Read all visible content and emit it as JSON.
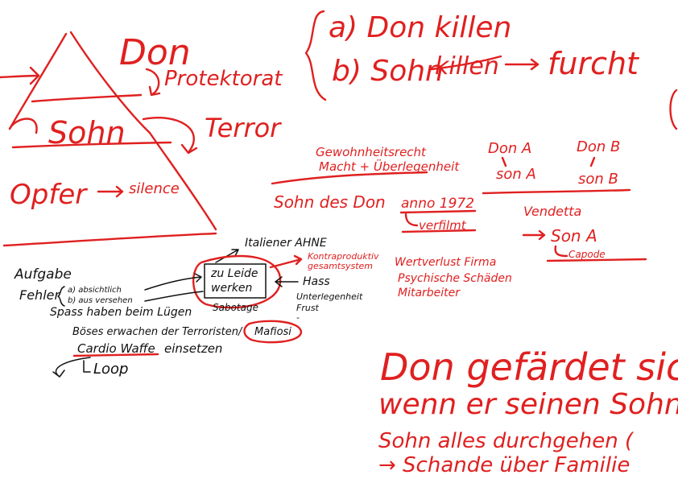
{
  "colors": {
    "red": "#e02020",
    "black": "#111111",
    "background": "#ffffff"
  },
  "hierarchy": {
    "don": "Don",
    "sohn": "Sohn",
    "opfer": "Opfer",
    "silence": "silence",
    "protektorat": "Protektorat",
    "terror": "Terror"
  },
  "options": {
    "a": "a) Don killen",
    "b_prefix": "b) Sohn",
    "b_struck": "killen",
    "b_result": "furcht"
  },
  "concept": {
    "gewohnheitsrecht": "Gewohnheitsrecht",
    "macht": "Macht + Überlegenheit",
    "sohn_des_don": "Sohn des Don",
    "anno": "anno 1972",
    "verfilmt": "verfilmt"
  },
  "vendetta": {
    "don_a": "Don A",
    "don_b": "Don B",
    "son_a": "son A",
    "son_b": "son B",
    "vendetta": "Vendetta",
    "son_a_result": "Son A",
    "capode": "Capode"
  },
  "center": {
    "italiener": "Italiener AHNE",
    "zu_leide": "zu Leide",
    "werken": "werken",
    "sabotage": "Sabotage",
    "kontraproduktiv": "Kontraproduktiv",
    "gesamtsystem": "gesamtsystem",
    "wertverlust": "Wertverlust Firma",
    "psychische": "Psychische Schäden",
    "mitarbeiter": "Mitarbeiter",
    "hass": "Hass",
    "unterlegenheit": "Unterlegenheit",
    "frust": "Frust",
    "dash": "-"
  },
  "left": {
    "aufgabe": "Aufgabe",
    "fehler": "Fehler",
    "fehler_a": "a) absichtlich",
    "fehler_b": "b) aus versehen",
    "spass": "Spass haben beim Lügen",
    "boeses": "Böses erwachen der Terroristen/",
    "mafiosi": "Mafiosi",
    "cardio": "Cardio Waffe",
    "einsetzen": "einsetzen",
    "loop": "Loop"
  },
  "bottom": {
    "line1": "Don gefärdet sich",
    "line2": "wenn er seinen Sohn",
    "line3": "Sohn alles durchgehen (",
    "line4": "→ Schande über Familie"
  }
}
